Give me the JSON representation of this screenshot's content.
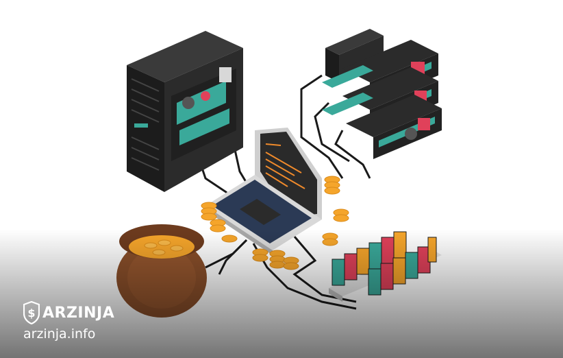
{
  "watermark": {
    "brand": "ARZINJA",
    "url": "arzinja.info",
    "brand_icon": "dollar-shield-icon"
  },
  "colors": {
    "cabinet_dark": "#2b2b2b",
    "cabinet_side": "#1c1c1c",
    "accent_teal": "#3aa99a",
    "gpu_red": "#e0415a",
    "coin_orange": "#f5a52b",
    "pot_brown": "#8a4f2a",
    "laptop_screen": "#2a2a2a",
    "screen_code": "#f08a2b",
    "cable": "#1a1a1a"
  },
  "icons": [
    "server-tower",
    "gpu-mining-rig",
    "laptop",
    "coin-pot",
    "coin-stacks",
    "asic-miners",
    "power-strip"
  ]
}
